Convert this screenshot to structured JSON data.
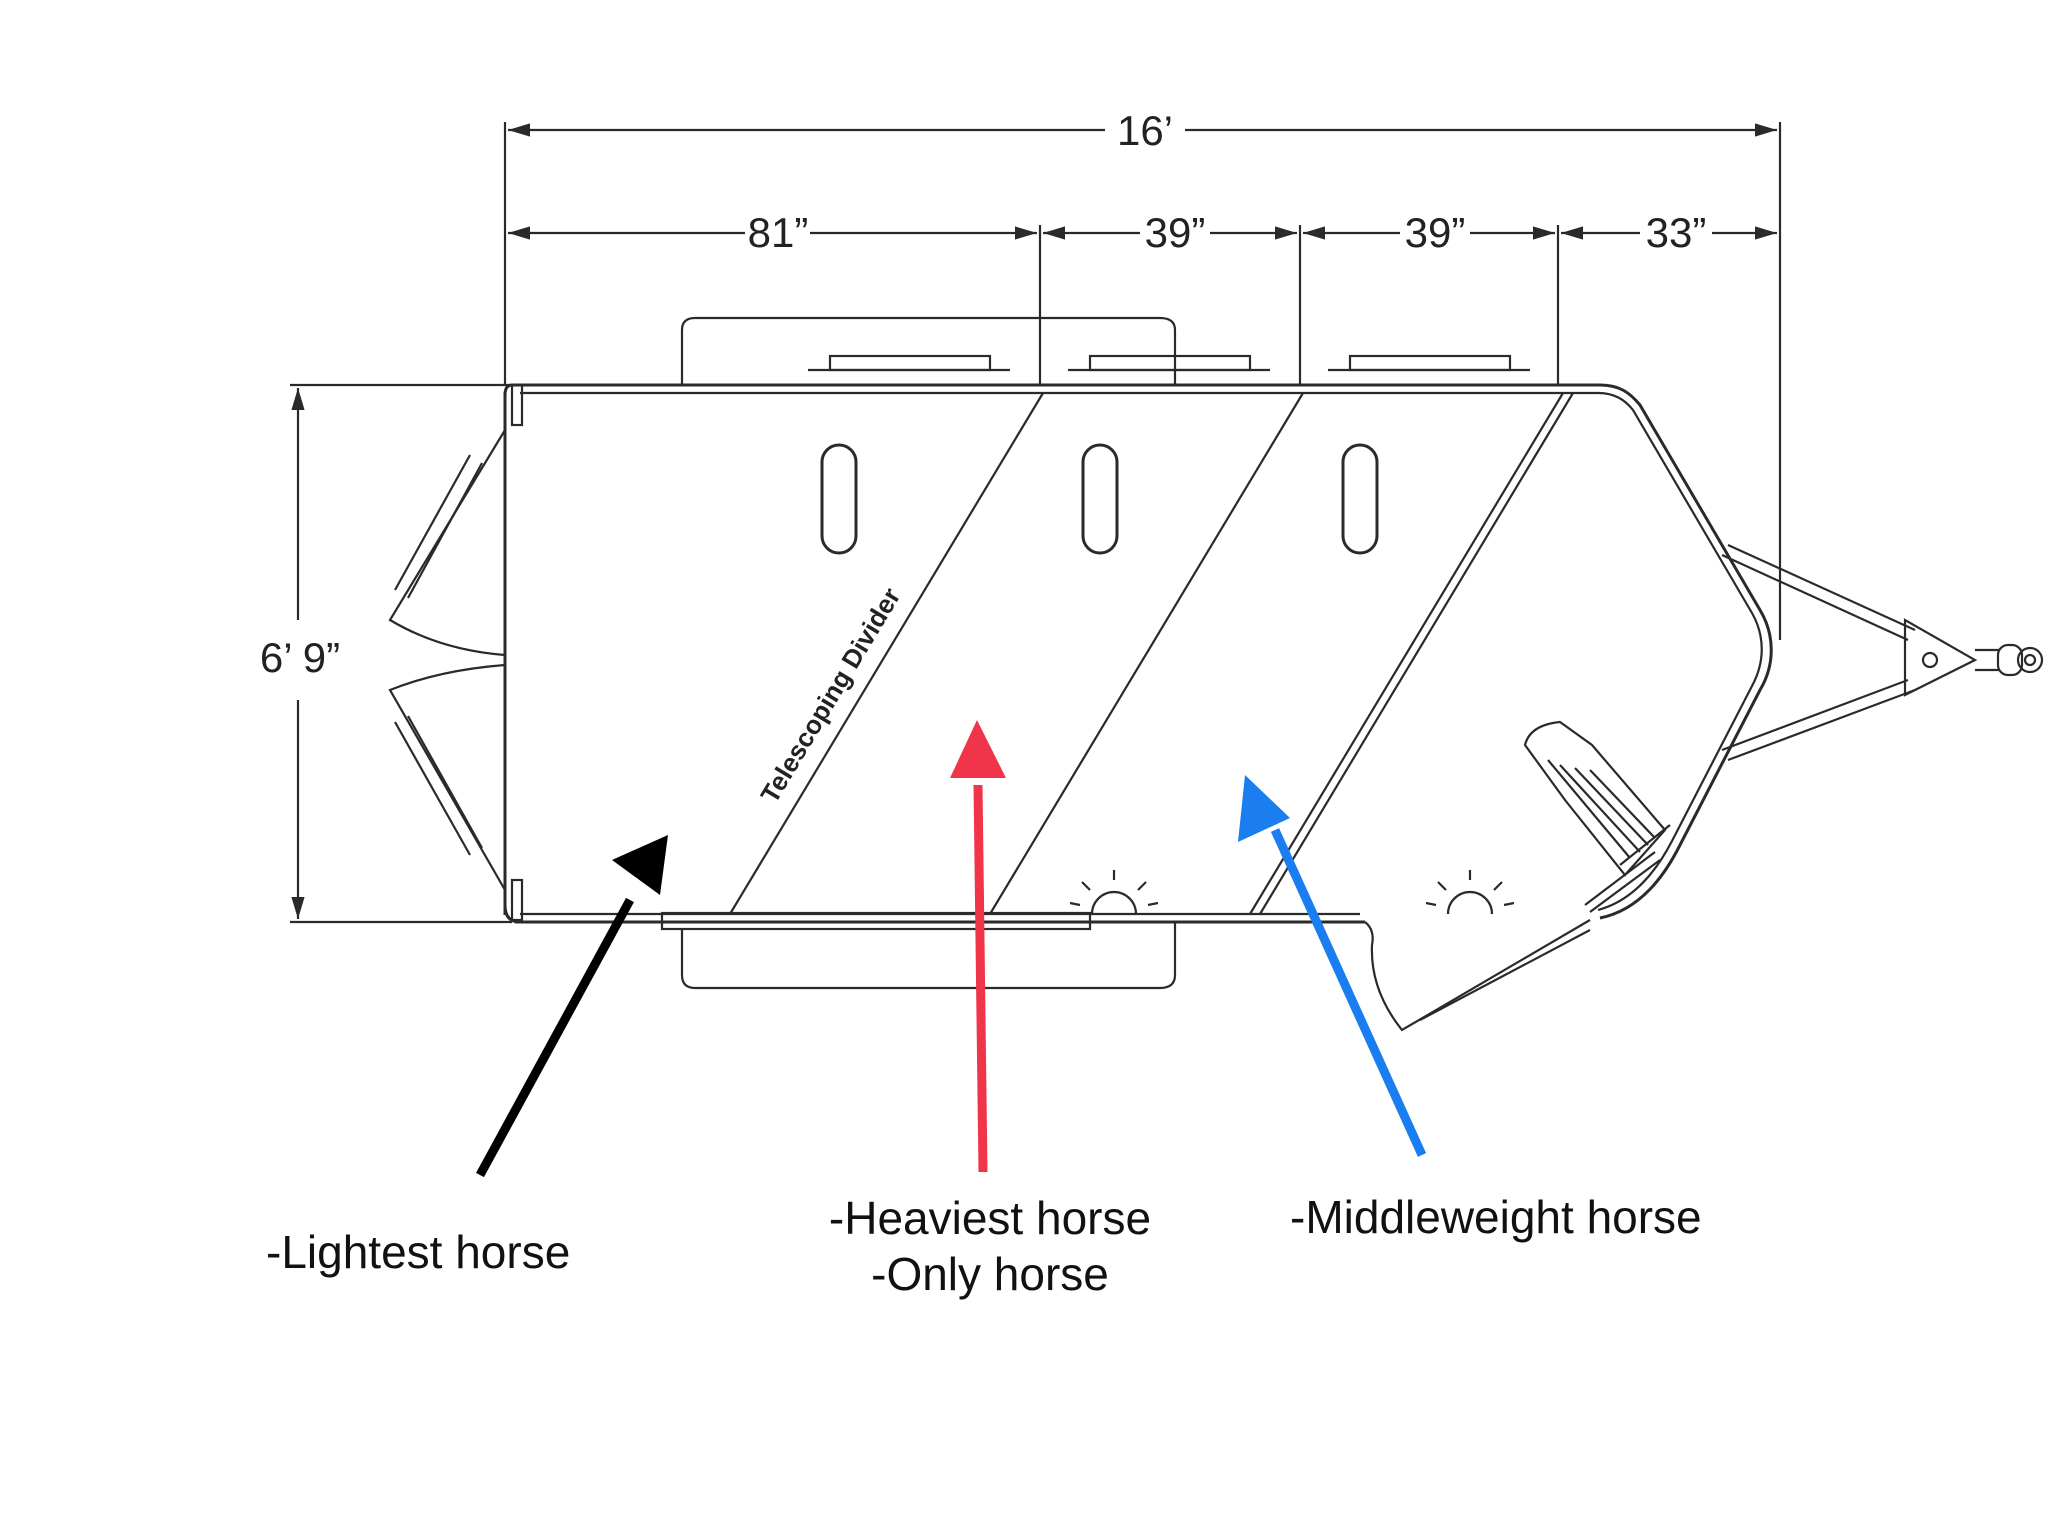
{
  "dimensions": {
    "overall_length": "16’",
    "stall_1": "81”",
    "stall_2": "39”",
    "stall_3": "39”",
    "front": "33”",
    "width": "6’ 9”"
  },
  "divider_label": "Telescoping Divider",
  "annotations": {
    "black": {
      "lines": [
        "-Lightest horse"
      ],
      "color": "#000000"
    },
    "red": {
      "lines": [
        "-Heaviest horse",
        "-Only horse"
      ],
      "color": "#f0344a"
    },
    "blue": {
      "lines": [
        "-Middleweight horse"
      ],
      "color": "#1a7ef0"
    }
  },
  "colors": {
    "line": "#2a2a2a",
    "background": "#ffffff"
  }
}
